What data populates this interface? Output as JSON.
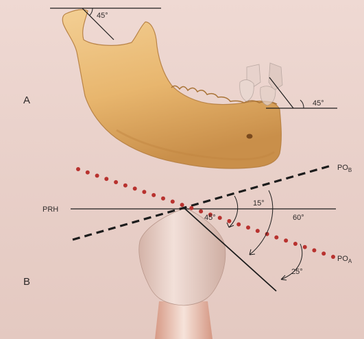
{
  "panels": {
    "a": {
      "letter": "A"
    },
    "b": {
      "letter": "B"
    }
  },
  "panel_a": {
    "top_angle": "45°",
    "incisal_angle": "45°"
  },
  "panel_b": {
    "reference_line": "PRH",
    "line_po_b": {
      "main": "PO",
      "sub": "B"
    },
    "line_po_a": {
      "main": "PO",
      "sub": "A"
    },
    "angles": {
      "a45": "45°",
      "a15": "15°",
      "a60": "60°",
      "a25": "25°"
    }
  },
  "colors": {
    "bone_fill": "#e8b66e",
    "bone_shadow": "#c98f4a",
    "tooth_fill": "#e7cfc6",
    "dotted_line": "#b8322f",
    "line": "#1c1c1c"
  }
}
